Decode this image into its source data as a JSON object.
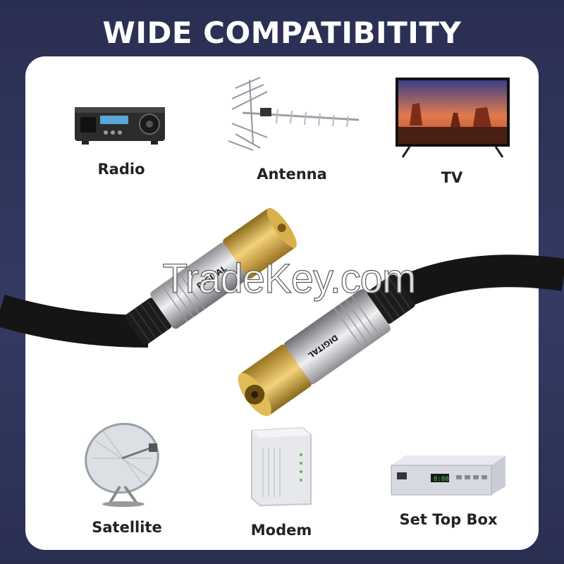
{
  "header": {
    "title": "WIDE COMPATIBITITY"
  },
  "devices": {
    "radio": {
      "label": "Radio",
      "icon": "radio-icon"
    },
    "antenna": {
      "label": "Antenna",
      "icon": "antenna-icon"
    },
    "tv": {
      "label": "TV",
      "icon": "tv-icon"
    },
    "satellite": {
      "label": "Satellite",
      "icon": "satellite-dish-icon"
    },
    "modem": {
      "label": "Modem",
      "icon": "modem-icon"
    },
    "settopbox": {
      "label": "Set Top Box",
      "icon": "set-top-box-icon"
    }
  },
  "connector_marking": "DIGITAL",
  "watermark": "TradeKey.com",
  "colors": {
    "background": "#2e3358",
    "panel": "#ffffff",
    "connector_gold": "#c9a23a",
    "connector_silver": "#c8c8cc",
    "cable": "#1a1a1a"
  }
}
